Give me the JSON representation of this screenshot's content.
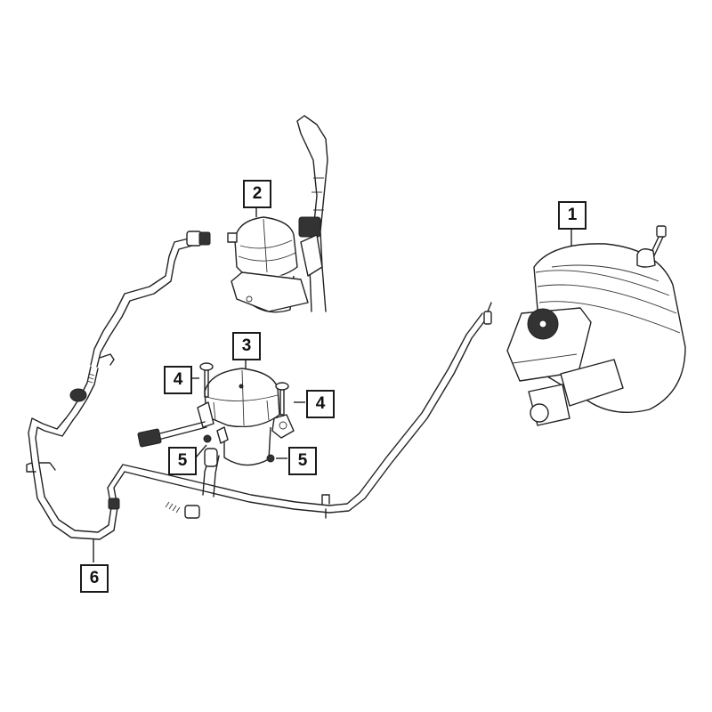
{
  "diagram": {
    "type": "exploded-parts-diagram",
    "subject": "Brake booster and vacuum pump assembly",
    "callouts": [
      {
        "id": "c1",
        "label": "1",
        "part": "brake-booster-with-master-cylinder"
      },
      {
        "id": "c2",
        "label": "2",
        "part": "vacuum-pump-with-harness"
      },
      {
        "id": "c3",
        "label": "3",
        "part": "vacuum-pump"
      },
      {
        "id": "c4a",
        "label": "4",
        "part": "bolt"
      },
      {
        "id": "c4b",
        "label": "4",
        "part": "bolt"
      },
      {
        "id": "c5a",
        "label": "5",
        "part": "nut"
      },
      {
        "id": "c5b",
        "label": "5",
        "part": "nut"
      },
      {
        "id": "c6",
        "label": "6",
        "part": "vacuum-hose"
      }
    ]
  },
  "colors": {
    "background": "#ffffff",
    "line": "#222222",
    "callout_border": "#1a1a1a"
  }
}
